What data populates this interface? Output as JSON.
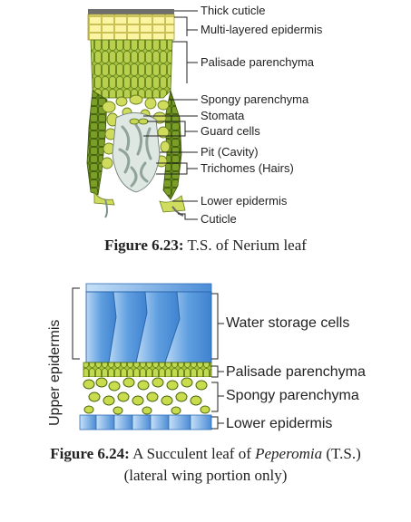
{
  "figure1": {
    "labels": [
      "Thick cuticle",
      "Multi-layered epidermis",
      "Palisade parenchyma",
      "Spongy  parenchyma",
      "Stomata",
      "Guard cells",
      "Pit (Cavity)",
      "Trichomes (Hairs)",
      "Lower epidermis",
      "Cuticle"
    ],
    "caption_prefix": "Figure 6.23:",
    "caption_text": " T.S. of Nerium leaf"
  },
  "figure2": {
    "side_label": "Upper epidermis",
    "labels": [
      "Water storage cells",
      "Palisade parenchyma",
      "Spongy parenchyma",
      "Lower epidermis"
    ],
    "caption_prefix": "Figure 6.24:",
    "caption_mid": " A Succulent leaf of ",
    "caption_italic": "Peperomia",
    "caption_end": " (T.S.)",
    "caption_line2": "(lateral wing portion only)"
  },
  "colors": {
    "epidermis_yellow": "#f7ef8a",
    "palisade_green": "#9dbb3a",
    "dark_green": "#6e8f1f",
    "spongy_yellowgreen": "#c8d85a",
    "water_blue": "#5b9ee0",
    "light_blue": "#a9cdf2",
    "grey_trichome": "#b9c6c2"
  }
}
